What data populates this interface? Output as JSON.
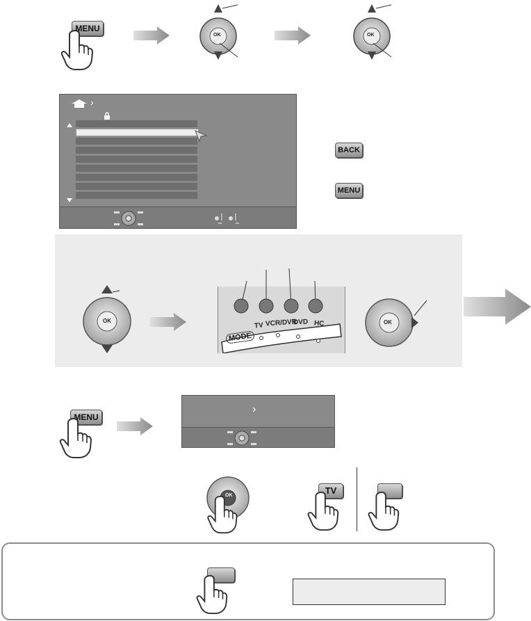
{
  "top_row": {
    "menu_key": "MENU",
    "ok_label_1": "OK",
    "ok_label_2": "OK"
  },
  "osd_menu": {
    "selected_marker": "›"
  },
  "side_keys": {
    "back": "BACK",
    "menu": "MENU"
  },
  "grey_panel": {
    "ok_label_left": "OK",
    "ok_label_right": "OK",
    "mode_label": "MODE",
    "mode_devices": [
      "TV",
      "VCR/DVR",
      "DVD",
      "HC"
    ]
  },
  "exit_row": {
    "menu_key": "MENU",
    "banner_marker": "›"
  },
  "bottom_row": {
    "ok_label": "OK",
    "tv_key": "TV",
    "blank_key": ""
  },
  "note_box": {
    "blank_key": "",
    "display_box": ""
  },
  "colors": {
    "osd_bg": "#8a8a8a",
    "panel_bg": "#ececec",
    "arrow_grey": "#9a9a9a"
  }
}
